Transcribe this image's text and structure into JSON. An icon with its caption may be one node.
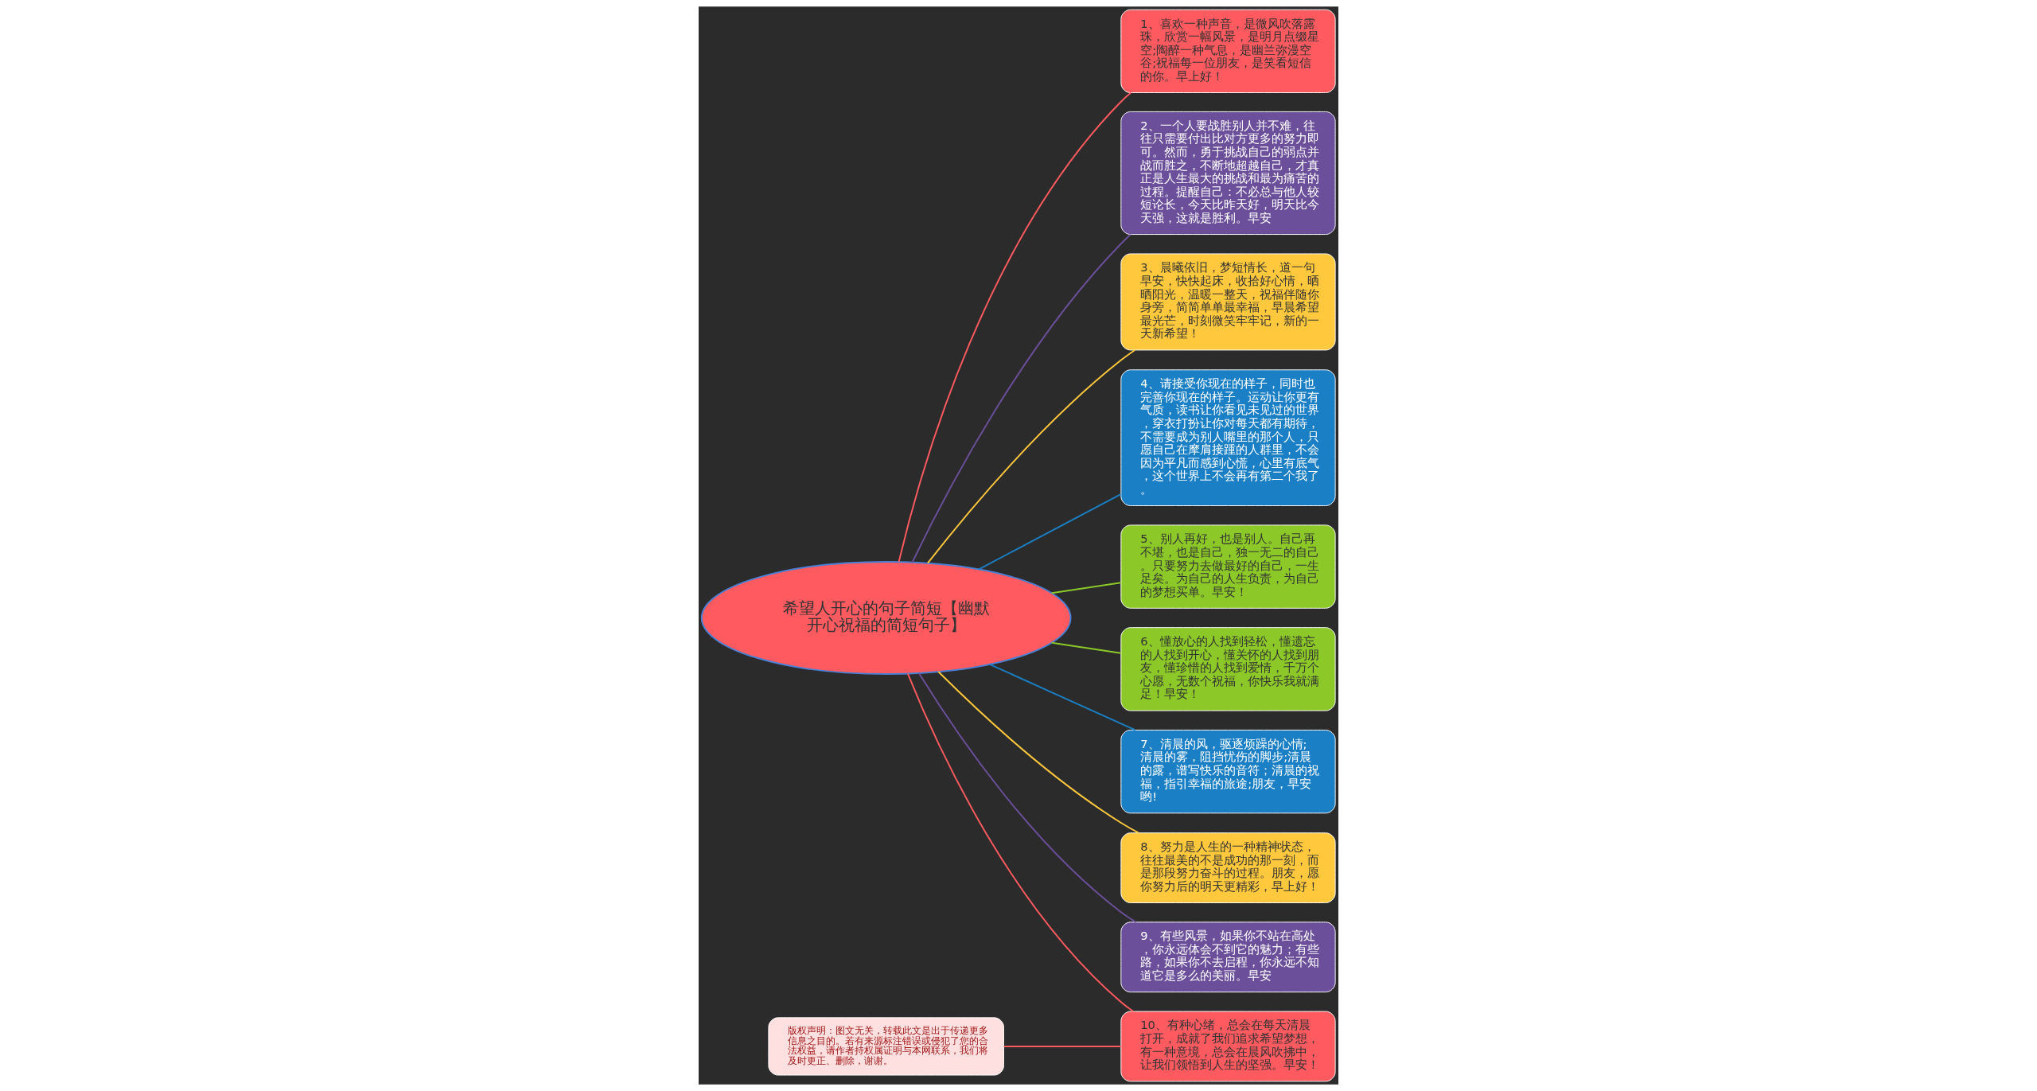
{
  "diagram": {
    "nodes": [
      {
        "text": [
          "希望人开心的句子简短【幽默开心祝福的简短句子】"
        ]
      },
      {
        "text": [
          "1、喜欢一种声音，是微风吹落露珠，欣赏一幅风景，是明月点缀星空;陶醉一种气息，是幽兰弥漫空谷;祝福每一位朋友，是笑看短信的你。早上好！"
        ]
      },
      {
        "text": [
          "2、一个人要战胜别人并不难，往往只需要付出比对方更多的努力即可。然而，勇于挑战自己的弱点并战而胜之，不断地超越自己，才真正是人生最大的挑战和最为痛苦的过程。提醒自己：不必总与他人较短论长，今天比昨天好，明天比今天强，这就是胜利。早安"
        ]
      },
      {
        "text": [
          "3、晨曦依旧，梦短情长，道一句早安，快快起床，收拾好心情，晒晒阳光，温暖一整天，祝福伴随你身旁，简简单单最幸福，早晨希望最光芒，时刻微笑牢牢记，新的一天新希望！"
        ]
      },
      {
        "text": [
          "4、请接受你现在的样子，同时也完善你现在的样子。运动让你更有气质，读书让你看见未见过的世界，穿衣打扮让你对每天都有期待，不需要成为别人嘴里的那个人，只愿自己在摩肩接踵的人群里，不会因为平凡而感到心慌，心里有底气，这个世界上不会再有第二个我了。"
        ]
      },
      {
        "text": [
          "5、别人再好，也是别人。自己再不堪，也是自己，独一无二的自己。只要努力去做最好的自己，一生足矣。为自己的人生负责，为自己的梦想买单。早安！"
        ]
      },
      {
        "text": [
          "6、懂放心的人找到轻松，懂遗忘的人找到开心，懂关怀的人找到朋友，懂珍惜的人找到爱情，千万个心愿，无数个祝福，你快乐我就满足！早安！"
        ]
      },
      {
        "text": [
          "7、清晨的风，驱逐烦躁的心情;清晨的雾，阻挡忧伤的脚步;清晨的露，谱写快乐的音符；清晨的祝福，指引幸福的旅途;朋友，早安哟!"
        ]
      },
      {
        "text": [
          "8、努力是人生的一种精神状态，往往最美的不是成功的那一刻，而是那段努力奋斗的过程。朋友，愿你努力后的明天更精彩，早上好！"
        ]
      },
      {
        "text": [
          "9、有些风景，如果你不站在高处，你永远体会不到它的魅力；有些路，如果你不去启程，你永远不知道它是多么的美丽。早安"
        ]
      },
      {
        "text": [
          "10、有种心绪，总会在每天清晨打开，成就了我们追求希望梦想，有一种意境，总会在晨风吹拂中，让我们领悟到人生的坚强。早安！"
        ]
      },
      {
        "text": [
          "版权声明：图文无关，转载此文是出于传递更多信息之目的。若有来源标注错误或侵犯了您的合法权益，请作者持权属证明与本网联系，我们将及时更正、删除，谢谢。"
        ]
      }
    ],
    "edges": [
      {
        "from": 0,
        "to": 1,
        "arrow": "none",
        "color": "#ff5a5f"
      },
      {
        "from": 0,
        "to": 2,
        "arrow": "none",
        "color": "#6b4f9a"
      },
      {
        "from": 0,
        "to": 3,
        "arrow": "none",
        "color": "#ffc83d"
      },
      {
        "from": 0,
        "to": 4,
        "arrow": "none",
        "color": "#1a7fc4"
      },
      {
        "from": 0,
        "to": 5,
        "arrow": "none",
        "color": "#8cc928"
      },
      {
        "from": 0,
        "to": 6,
        "arrow": "none",
        "color": "#8cc928"
      },
      {
        "from": 0,
        "to": 7,
        "arrow": "none",
        "color": "#1a7fc4"
      },
      {
        "from": 0,
        "to": 8,
        "arrow": "none",
        "color": "#ffc83d"
      },
      {
        "from": 0,
        "to": 9,
        "arrow": "none",
        "color": "#6b4f9a"
      },
      {
        "from": 0,
        "to": 10,
        "arrow": "none",
        "color": "#ff5a5f"
      },
      {
        "from": 10,
        "to": 11,
        "arrow": "none",
        "color": "#ff5a5f"
      }
    ]
  }
}
